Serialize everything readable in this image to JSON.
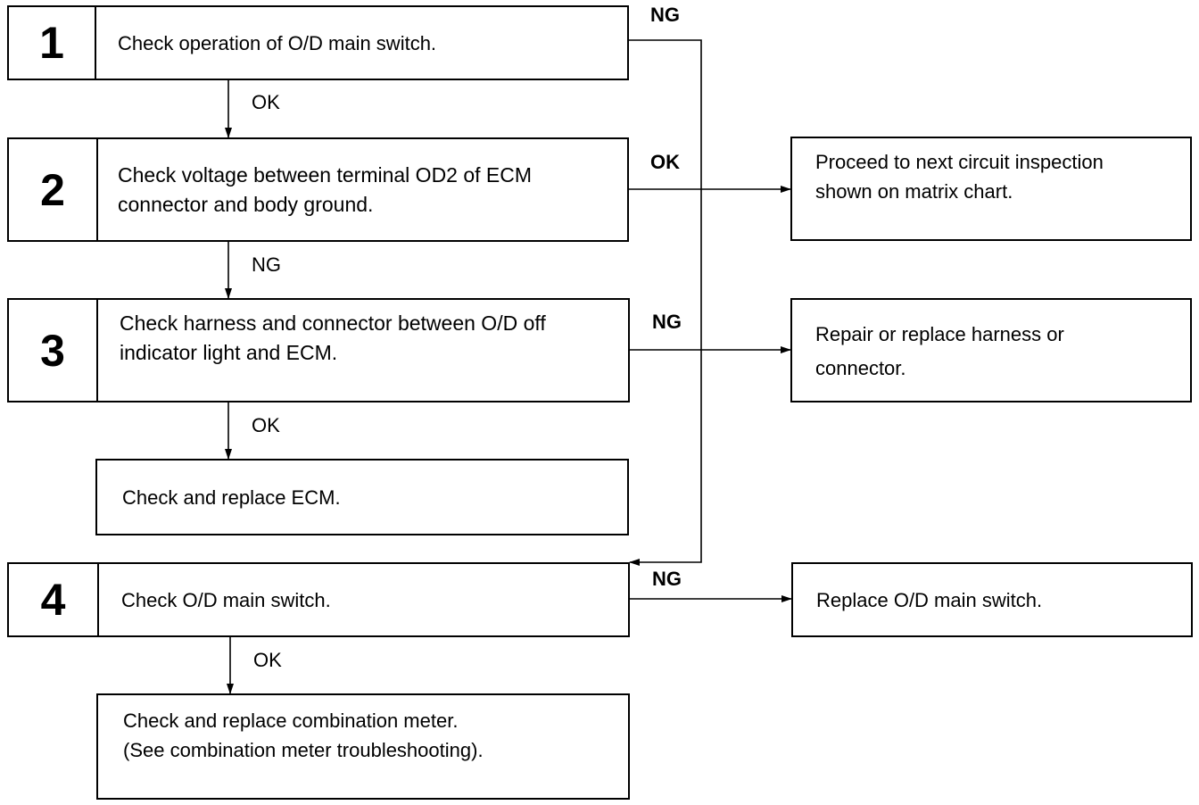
{
  "steps": [
    {
      "num": "1",
      "text": "Check operation of O/D main switch."
    },
    {
      "num": "2",
      "text": "Check voltage between terminal OD2 of ECM connector and body ground."
    },
    {
      "num": "3",
      "text": "Check harness and connector between O/D off indicator light and ECM."
    },
    {
      "num": "4",
      "text": "Check O/D main switch."
    }
  ],
  "results": {
    "replace_ecm": "Check and replace ECM.",
    "combination_meter_line1": "Check and replace combination meter.",
    "combination_meter_line2": "(See combination meter troubleshooting).",
    "proceed_next": "Proceed to next circuit inspection shown on matrix chart.",
    "repair_harness": "Repair or replace harness or connector.",
    "replace_switch": "Replace O/D main switch."
  },
  "labels": {
    "step1_ng": "NG",
    "step1_ok": "OK",
    "step2_ok": "OK",
    "step2_ng": "NG",
    "step3_ng": "NG",
    "step3_ok": "OK",
    "step4_ng": "NG",
    "step4_ok": "OK"
  }
}
